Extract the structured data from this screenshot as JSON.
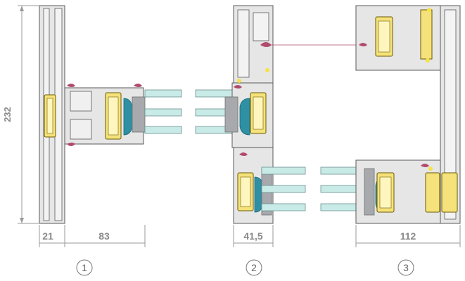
{
  "colors": {
    "frame": "#e6e6e6",
    "outline": "#5a5a5a",
    "glass": "#c9ebe8",
    "spacer": "#a7a9ac",
    "gasket_blue": "#2f8fa3",
    "thermal_yellow": "#f6e27a",
    "seal_red": "#b14a6b",
    "dim": "#8a8a8a"
  },
  "dimensions": {
    "height_total": "232",
    "d1": "21",
    "d2": "83",
    "d3": "41,5",
    "d4": "112"
  },
  "sections": [
    {
      "label": "1"
    },
    {
      "label": "2"
    },
    {
      "label": "3"
    }
  ]
}
